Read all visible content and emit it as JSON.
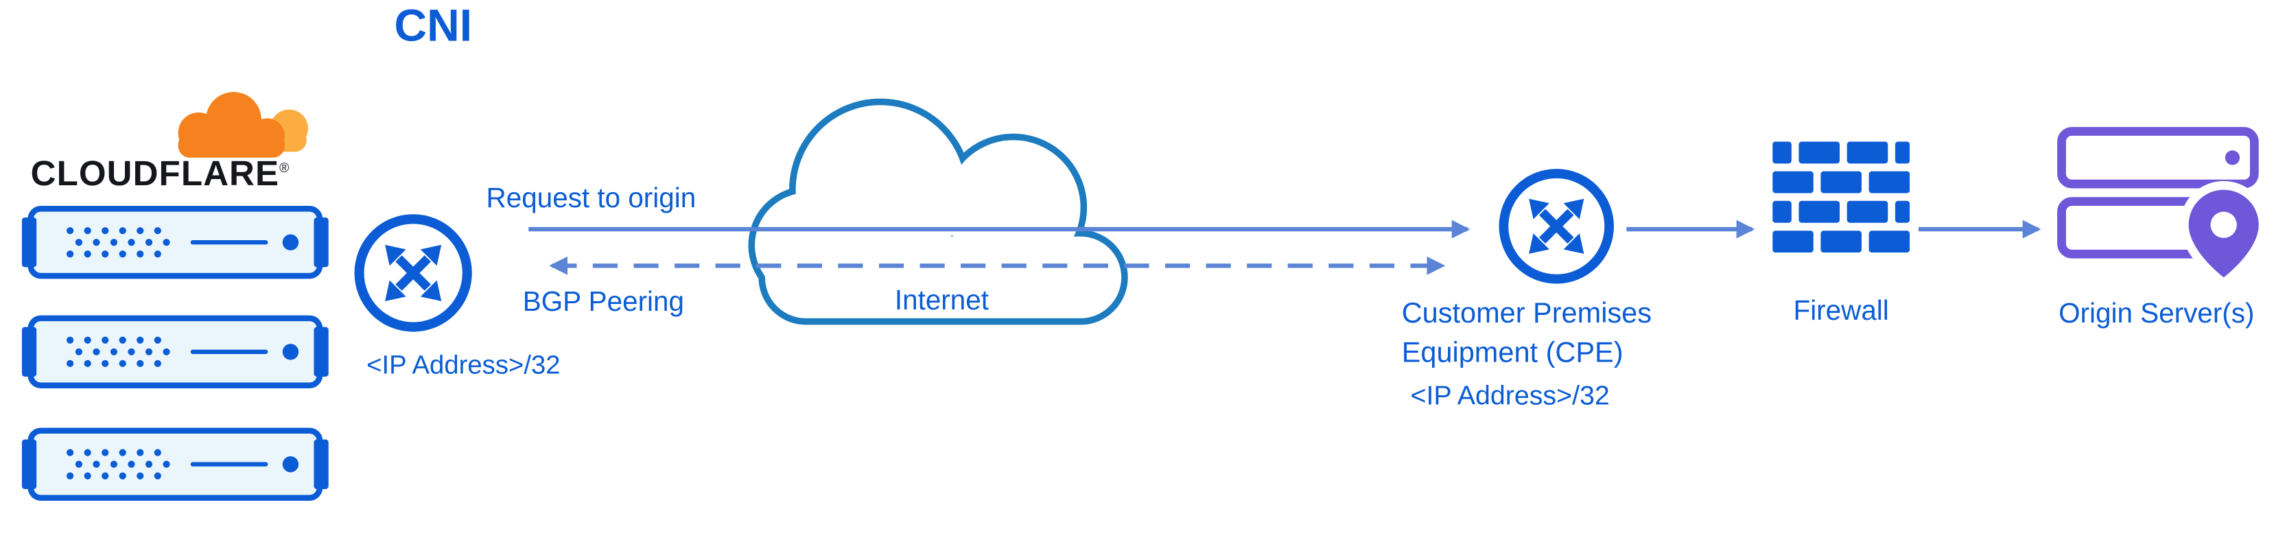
{
  "diagram": {
    "title": "CNI",
    "cloudflare": {
      "wordmark": "CLOUDFLARE",
      "reg_mark": "®"
    },
    "edge_router": {
      "ip_label": "<IP Address>/32"
    },
    "flows": {
      "request": "Request to origin",
      "bgp": "BGP Peering"
    },
    "internet": {
      "label": "Internet"
    },
    "cpe": {
      "name_line1": "Customer Premises",
      "name_line2": "Equipment (CPE)",
      "ip_label": "<IP Address>/32"
    },
    "firewall": {
      "label": "Firewall"
    },
    "origin": {
      "label": "Origin Server(s)"
    },
    "colors": {
      "brand_blue": "#0B5CD5",
      "arrow_blue": "#5B84D6",
      "cloud_blue": "#1D7BBF",
      "cf_orange": "#F6821F",
      "cf_orange_light": "#FBAD41",
      "origin_purple": "#6E57D8",
      "wordmark_dark": "#15171C"
    },
    "icons": {
      "cloudflare-logo-icon": "orange-cloud",
      "server-icon": "blue-rack-server",
      "router-icon": "circle-cross-arrows",
      "internet-cloud-icon": "outlined-cloud",
      "firewall-brick-icon": "brick-wall",
      "origin-server-icon": "stacked-servers",
      "location-pin-icon": "map-pin"
    }
  }
}
